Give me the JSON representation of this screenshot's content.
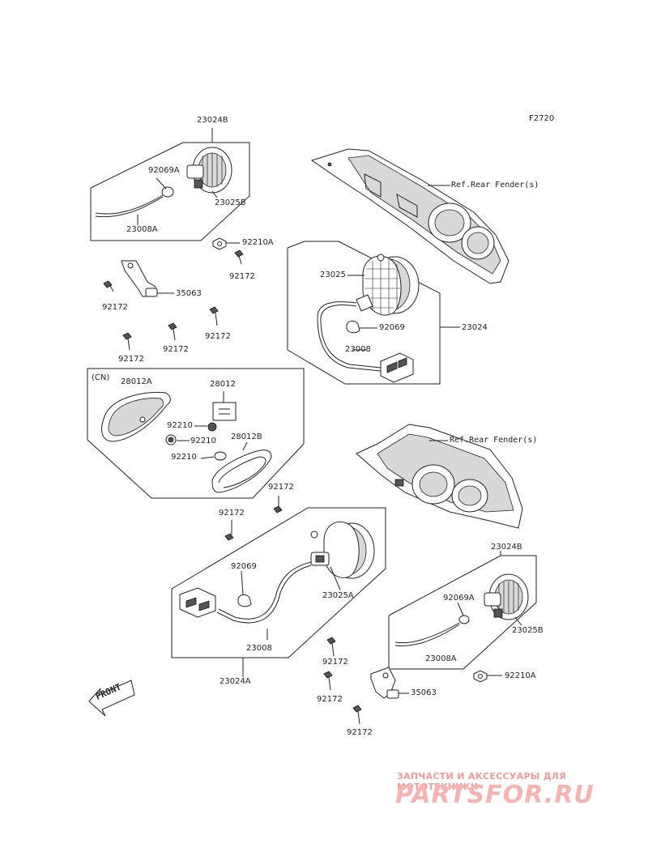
{
  "figure_code": "F2720",
  "front_label": "FRONT",
  "cn_label": "(CN)",
  "ref_labels": {
    "rear_fender_top": "Ref.Rear Fender(s)",
    "rear_fender_mid": "Ref.Rear Fender(s)"
  },
  "callouts": {
    "c23024B_top": "23024B",
    "c92069A_top": "92069A",
    "c23025B_top": "23025B",
    "c23008A_top": "23008A",
    "c92210A_top": "92210A",
    "c92172_a": "92172",
    "c35063_top": "35063",
    "c92172_b": "92172",
    "c92172_c": "92172",
    "c92172_d": "92172",
    "c92172_e": "92172",
    "c23025": "23025",
    "c92069": "92069",
    "c23024": "23024",
    "c23008": "23008",
    "c28012A": "28012A",
    "c28012": "28012",
    "c92210_a": "92210",
    "c92210_b": "92210",
    "c28012B": "28012B",
    "c92210_c": "92210",
    "c92172_f": "92172",
    "c92172_g": "92172",
    "c92069_low": "92069",
    "c23025A": "23025A",
    "c23008_low": "23008",
    "c23024A": "23024A",
    "c23024B_low": "23024B",
    "c92069A_low": "92069A",
    "c23025B_low": "23025B",
    "c23008A_low": "23008A",
    "c92172_h": "92172",
    "c92210A_low": "92210A",
    "c35063_low": "35063",
    "c92172_i": "92172",
    "c92172_j": "92172"
  },
  "watermark": {
    "tagline": "ЗАПЧАСТИ И АКСЕССУАРЫ ДЛЯ МОТОТЕХНИКИ",
    "logo": "PARTSFOR.RU"
  }
}
